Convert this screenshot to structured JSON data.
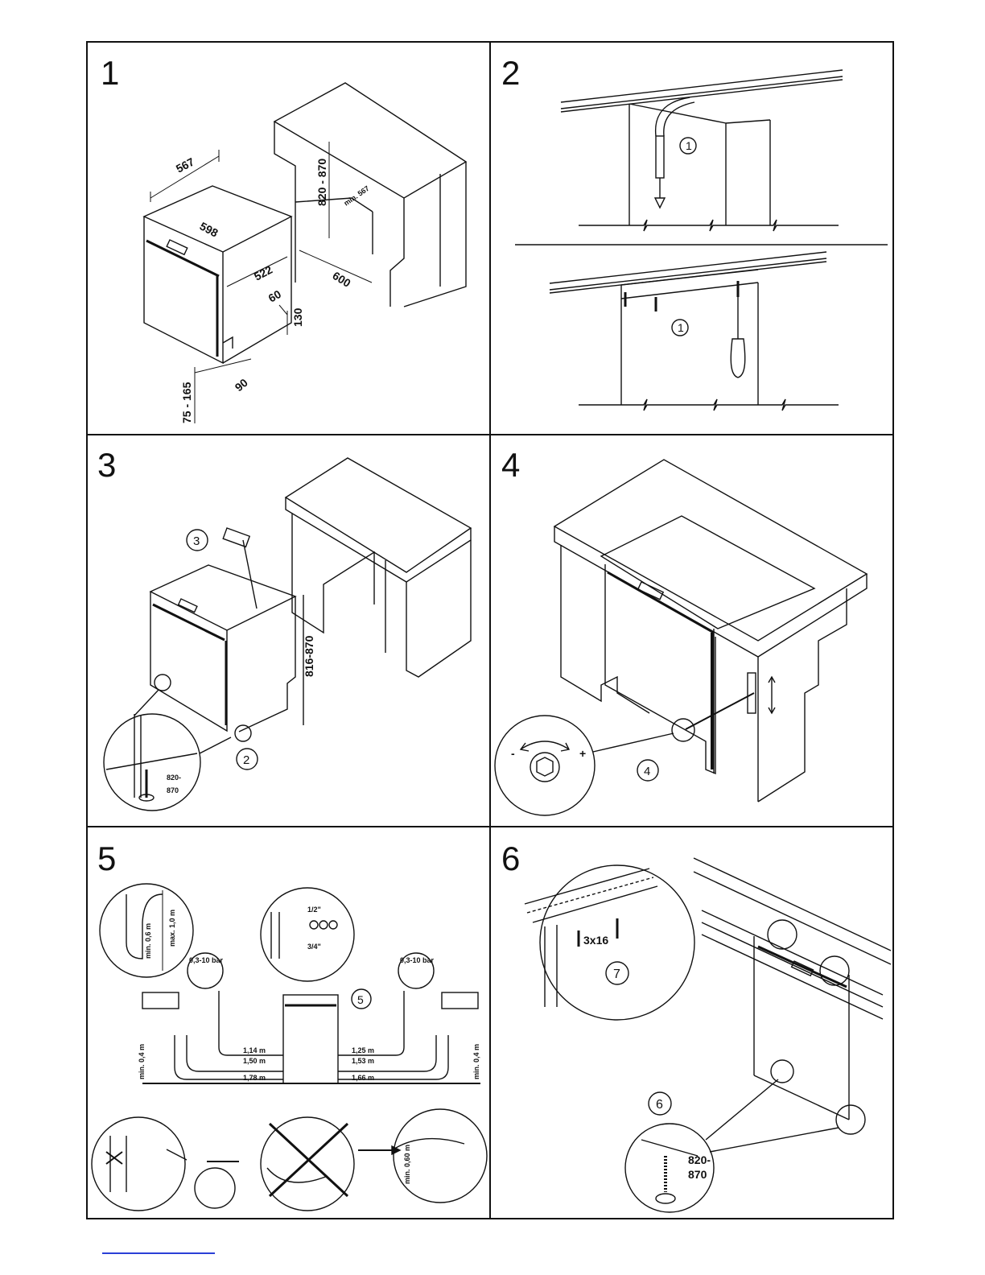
{
  "panels": [
    {
      "number": "1",
      "labels": [
        "567",
        "598",
        "522",
        "820 - 870",
        "min. 567",
        "600",
        "60",
        "130",
        "90",
        "75 - 165"
      ]
    },
    {
      "number": "2",
      "labels": [
        "1",
        "1"
      ]
    },
    {
      "number": "3",
      "labels": [
        "3",
        "816-870",
        "2",
        "820-",
        "870"
      ]
    },
    {
      "number": "4",
      "labels": [
        "4",
        "-",
        "+"
      ]
    },
    {
      "number": "5",
      "labels": [
        "5",
        "max. 1,0 m",
        "min. 0,6 m",
        "0,3-10 bar",
        "0,3-10 bar",
        "1/2\"",
        "3/4\"",
        "1,14 m",
        "1,25 m",
        "1,50 m",
        "1,53 m",
        "1,78 m",
        "1,66 m",
        "min. 0,4 m",
        "min. 0,4 m",
        "min. 0,60 m"
      ]
    },
    {
      "number": "6",
      "labels": [
        "7",
        "3x16",
        "6",
        "820-",
        "870"
      ]
    }
  ],
  "colors": {
    "line": "#111111",
    "background": "#ffffff",
    "footer_link": "#2b3fd6"
  }
}
